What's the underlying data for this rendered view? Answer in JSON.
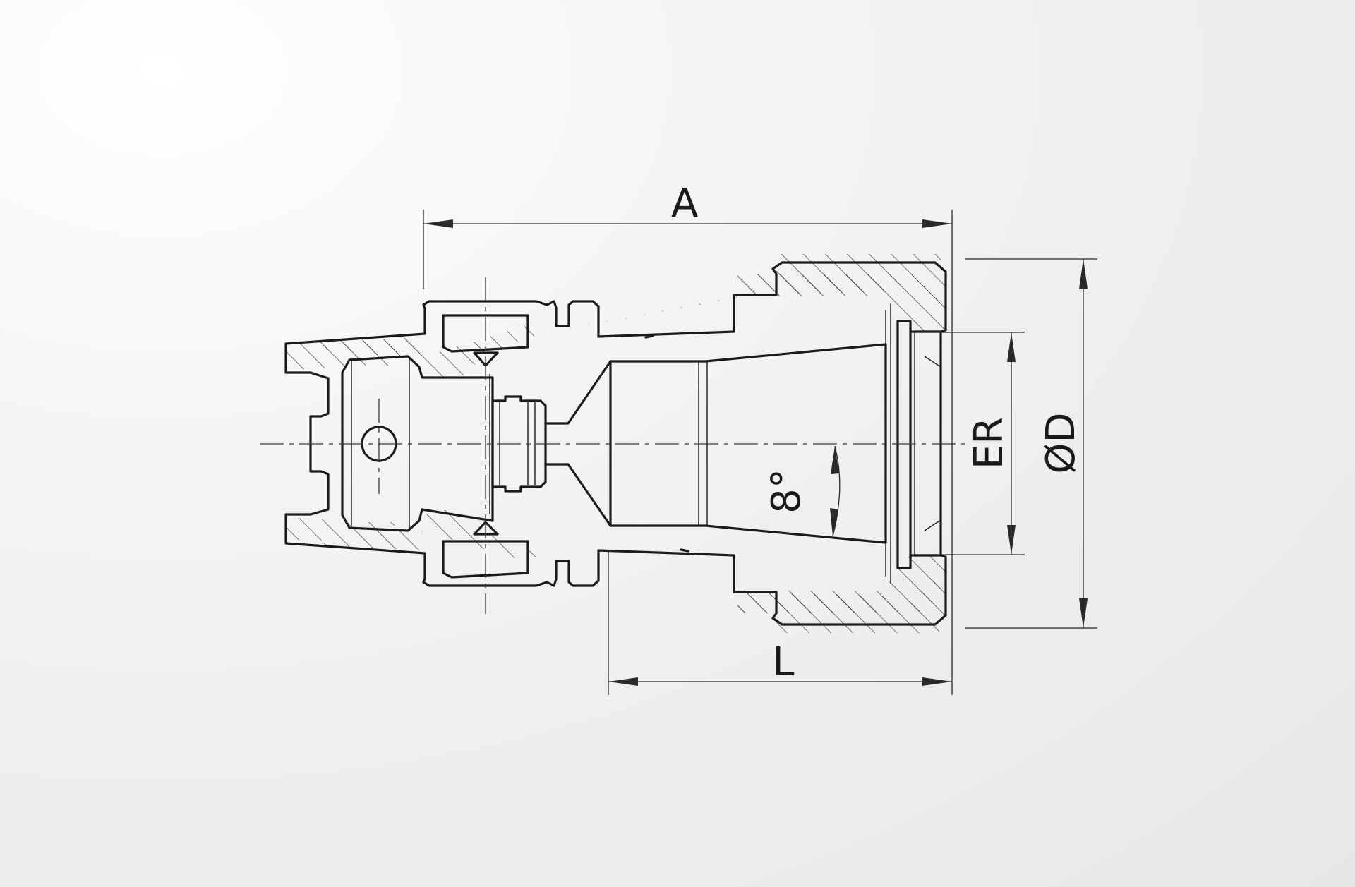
{
  "labels": {
    "overall_length": "A",
    "gauge_length": "L",
    "collet_size": "ER",
    "outer_diameter": "ØD",
    "taper_angle": "8°"
  }
}
